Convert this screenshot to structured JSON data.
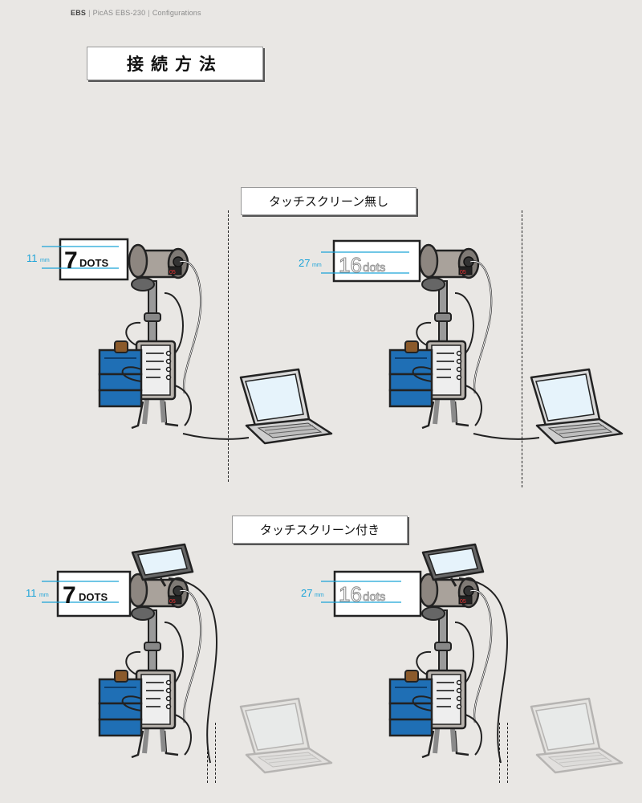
{
  "breadcrumb": {
    "brand": "EBS",
    "product": "PicAS EBS-230",
    "section": "Configurations"
  },
  "title": "接続方法",
  "sections": {
    "without_touchscreen": "タッチスクリーン無し",
    "with_touchscreen": "タッチスクリーン付き"
  },
  "print_small": {
    "size": "11",
    "unit": "mm",
    "digit": "7",
    "word": "DOTS"
  },
  "print_large": {
    "size": "27",
    "unit": "mm",
    "digit": "16",
    "word": "dots"
  },
  "head_badge": "05",
  "colors": {
    "accent": "#1ba3d8",
    "battery": "#1f6fb5",
    "screen": "#e6f3fb"
  }
}
